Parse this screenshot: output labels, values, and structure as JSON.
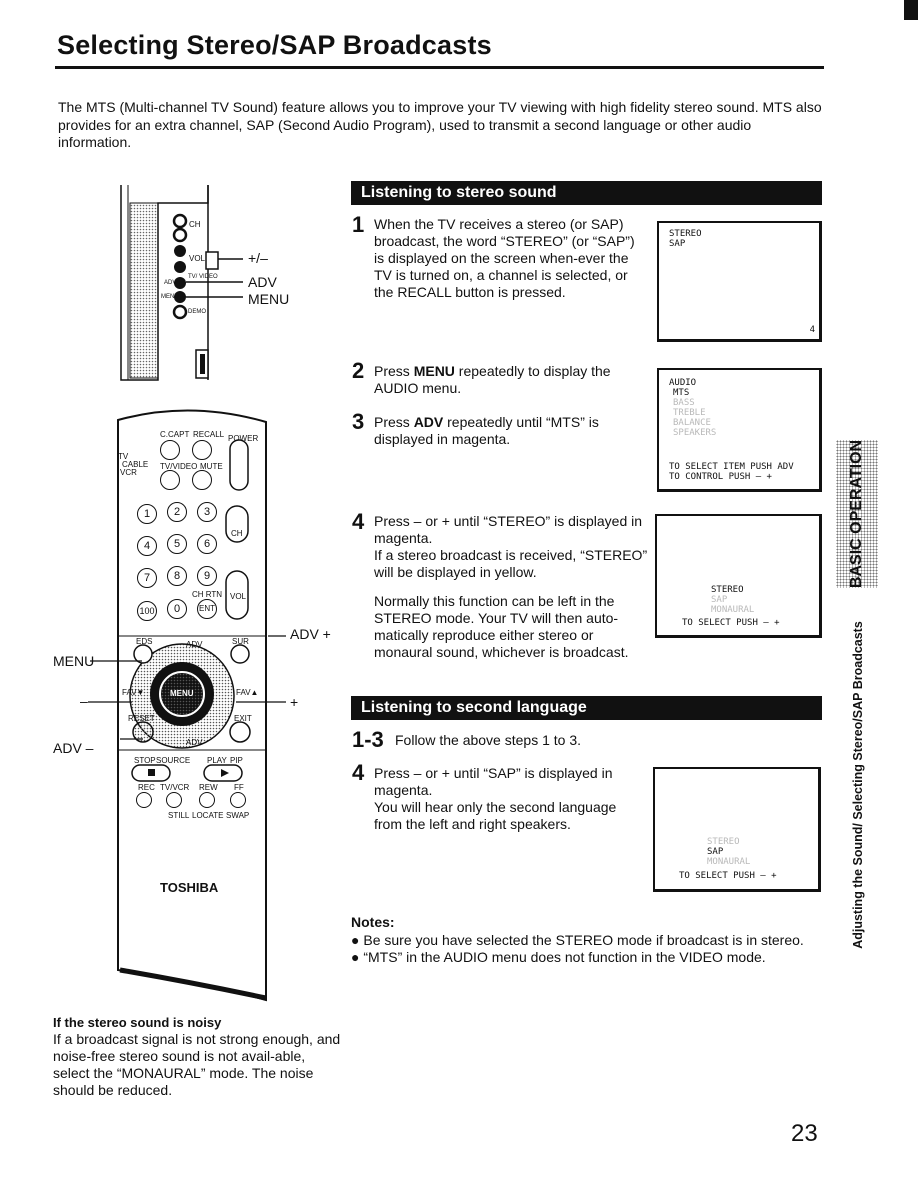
{
  "title": "Selecting Stereo/SAP Broadcasts",
  "intro": "The MTS (Multi-channel TV Sound) feature allows you to improve your TV viewing with high fidelity stereo sound. MTS also provides for an extra channel, SAP (Second Audio Program), used to transmit a second language or other audio information.",
  "tv_panel": {
    "callouts": [
      "+/–",
      "ADV",
      "MENU"
    ],
    "tiny": {
      "ch": "CH",
      "vol": "VOL",
      "tv_video": "TV/ VIDEO",
      "adv": "ADV",
      "menu": "MENU",
      "demo": "DEMO"
    }
  },
  "remote": {
    "top_labels": {
      "ccapt": "C.CAPT",
      "recall": "RECALL",
      "power": "POWER",
      "tv_video": "TV/VIDEO",
      "mute": "MUTE"
    },
    "mode_labels": [
      "TV",
      "CABLE",
      "VCR"
    ],
    "keys": [
      "1",
      "2",
      "3",
      "4",
      "5",
      "6",
      "7",
      "8",
      "9",
      "100",
      "0",
      "ENT"
    ],
    "ch_label": "CH",
    "chrtn_label": "CH RTN",
    "vol_label": "VOL",
    "nav": {
      "eds": "EDS",
      "adv_top": "ADV",
      "sur": "SUR",
      "fav_left": "FAV▼",
      "menu": "MENU",
      "fav_right": "FAV▲",
      "reset": "RESET",
      "exit": "EXIT",
      "adv_bottom": "ADV"
    },
    "vcr": {
      "stop": "STOP",
      "source": "SOURCE",
      "play": "PLAY",
      "pip": "PIP",
      "rec": "REC",
      "tvvcr": "TV/VCR",
      "rew": "REW",
      "ff": "FF",
      "still": "STILL",
      "locate": "LOCATE",
      "swap": "SWAP"
    },
    "brand": "TOSHIBA",
    "callouts": {
      "adv_plus": "ADV +",
      "menu": "MENU",
      "minus": "–",
      "plus": "+",
      "adv_minus": "ADV –"
    }
  },
  "section1": {
    "header": "Listening to stereo sound",
    "step1": {
      "num": "1",
      "text": "When the TV receives a stereo (or SAP) broadcast, the word “STEREO” (or “SAP”) is displayed on the screen when-ever the TV is turned on, a channel is selected, or the RECALL button is pressed."
    },
    "screen1": {
      "line1": "STEREO",
      "line2": "SAP",
      "channel": "4"
    },
    "step2": {
      "num": "2",
      "pre": "Press ",
      "bold": "MENU",
      "post": " repeatedly to display the AUDIO menu."
    },
    "step3": {
      "num": "3",
      "pre": "Press ",
      "bold": "ADV",
      "post": " repeatedly until “MTS” is displayed in magenta."
    },
    "screen2": {
      "title": "AUDIO",
      "sel": "MTS",
      "items": [
        "BASS",
        "TREBLE",
        "BALANCE",
        "SPEAKERS"
      ],
      "foot1": "TO SELECT ITEM PUSH ADV",
      "foot2": "TO CONTROL PUSH – +"
    },
    "step4": {
      "num": "4",
      "p1": "Press – or + until “STEREO” is displayed in magenta.",
      "p2": "If a stereo broadcast is received, “STEREO” will be displayed in yellow.",
      "p3": "Normally this function can be left in the STEREO mode. Your TV will then auto-matically reproduce either stereo or monaural sound, whichever is broadcast."
    },
    "screen3": {
      "line1": "STEREO",
      "line2": "SAP",
      "line3": "MONAURAL",
      "foot": "TO SELECT PUSH – +"
    }
  },
  "section2": {
    "header": "Listening to second language",
    "step13": {
      "num": "1-3",
      "text": "Follow the above steps 1 to 3."
    },
    "step4": {
      "num": "4",
      "p1": "Press – or + until “SAP” is displayed in magenta.",
      "p2": "You will hear only the second language from the left and right speakers."
    },
    "screen4": {
      "line1": "STEREO",
      "line2": "SAP",
      "line3": "MONAURAL",
      "foot": "TO SELECT PUSH – +"
    }
  },
  "notes": {
    "heading": "Notes:",
    "items": [
      "Be sure you have selected the STEREO mode if broadcast is in stereo.",
      "“MTS” in the AUDIO menu does not function in the VIDEO mode."
    ]
  },
  "noisy": {
    "heading": "If the stereo sound is noisy",
    "text": "If a broadcast signal is not strong enough, and noise-free stereo sound is not avail-able, select the “MONAURAL” mode. The noise should be reduced."
  },
  "side": {
    "tab": "BASIC OPERATION",
    "title": "Adjusting the Sound/ Selecting Stereo/SAP Broadcasts"
  },
  "page_number": "23"
}
